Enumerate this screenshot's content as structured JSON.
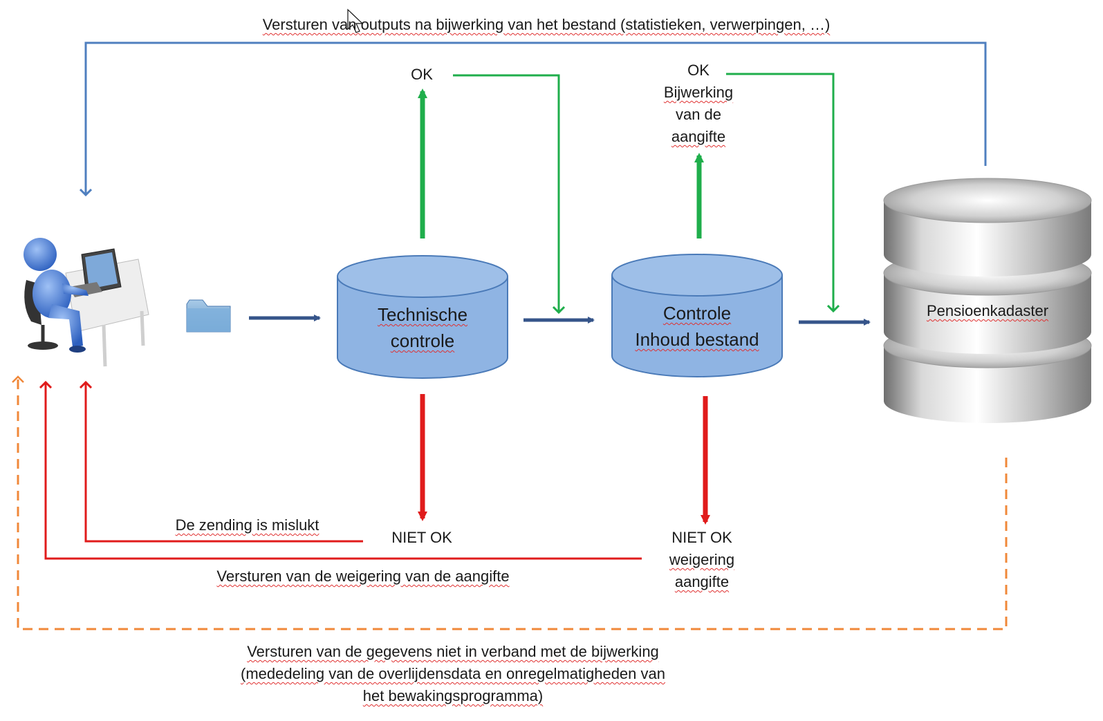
{
  "top_label": "Versturen van outputs na bijwerking van het bestand (statistieken, verwerpingen, …)",
  "technische": {
    "line1": "Technische",
    "line2": "controle",
    "ok": "OK",
    "niet_ok": "NIET OK"
  },
  "controle": {
    "line1": "Controle",
    "line2": "Inhoud bestand",
    "ok_lines": [
      "OK",
      "Bijwerking",
      "van de",
      "aangifte"
    ],
    "niet_ok_lines": [
      "NIET OK",
      "weigering",
      "aangifte"
    ]
  },
  "database_label": "Pensioenkadaster",
  "failed_label": "De zending is mislukt",
  "reject_label": "Versturen van de weigering van de aangifte",
  "bottom_lines": [
    "Versturen van de gegevens niet in verband met de bijwerking",
    "(mededeling van de overlijdensdata en onregelmatigheden van",
    "het bewakingsprogramma)"
  ],
  "colors": {
    "blue_arrow": "#4f7fbf",
    "dark_blue_arrow": "#36558a",
    "green": "#1fae4b",
    "red": "#e01b1b",
    "orange": "#f0883a",
    "cylinder_fill": "#8fb4e3",
    "cylinder_stroke": "#4a7ab8"
  },
  "icons": [
    "user-at-computer-icon",
    "folder-icon",
    "database-icon",
    "cursor-icon"
  ]
}
